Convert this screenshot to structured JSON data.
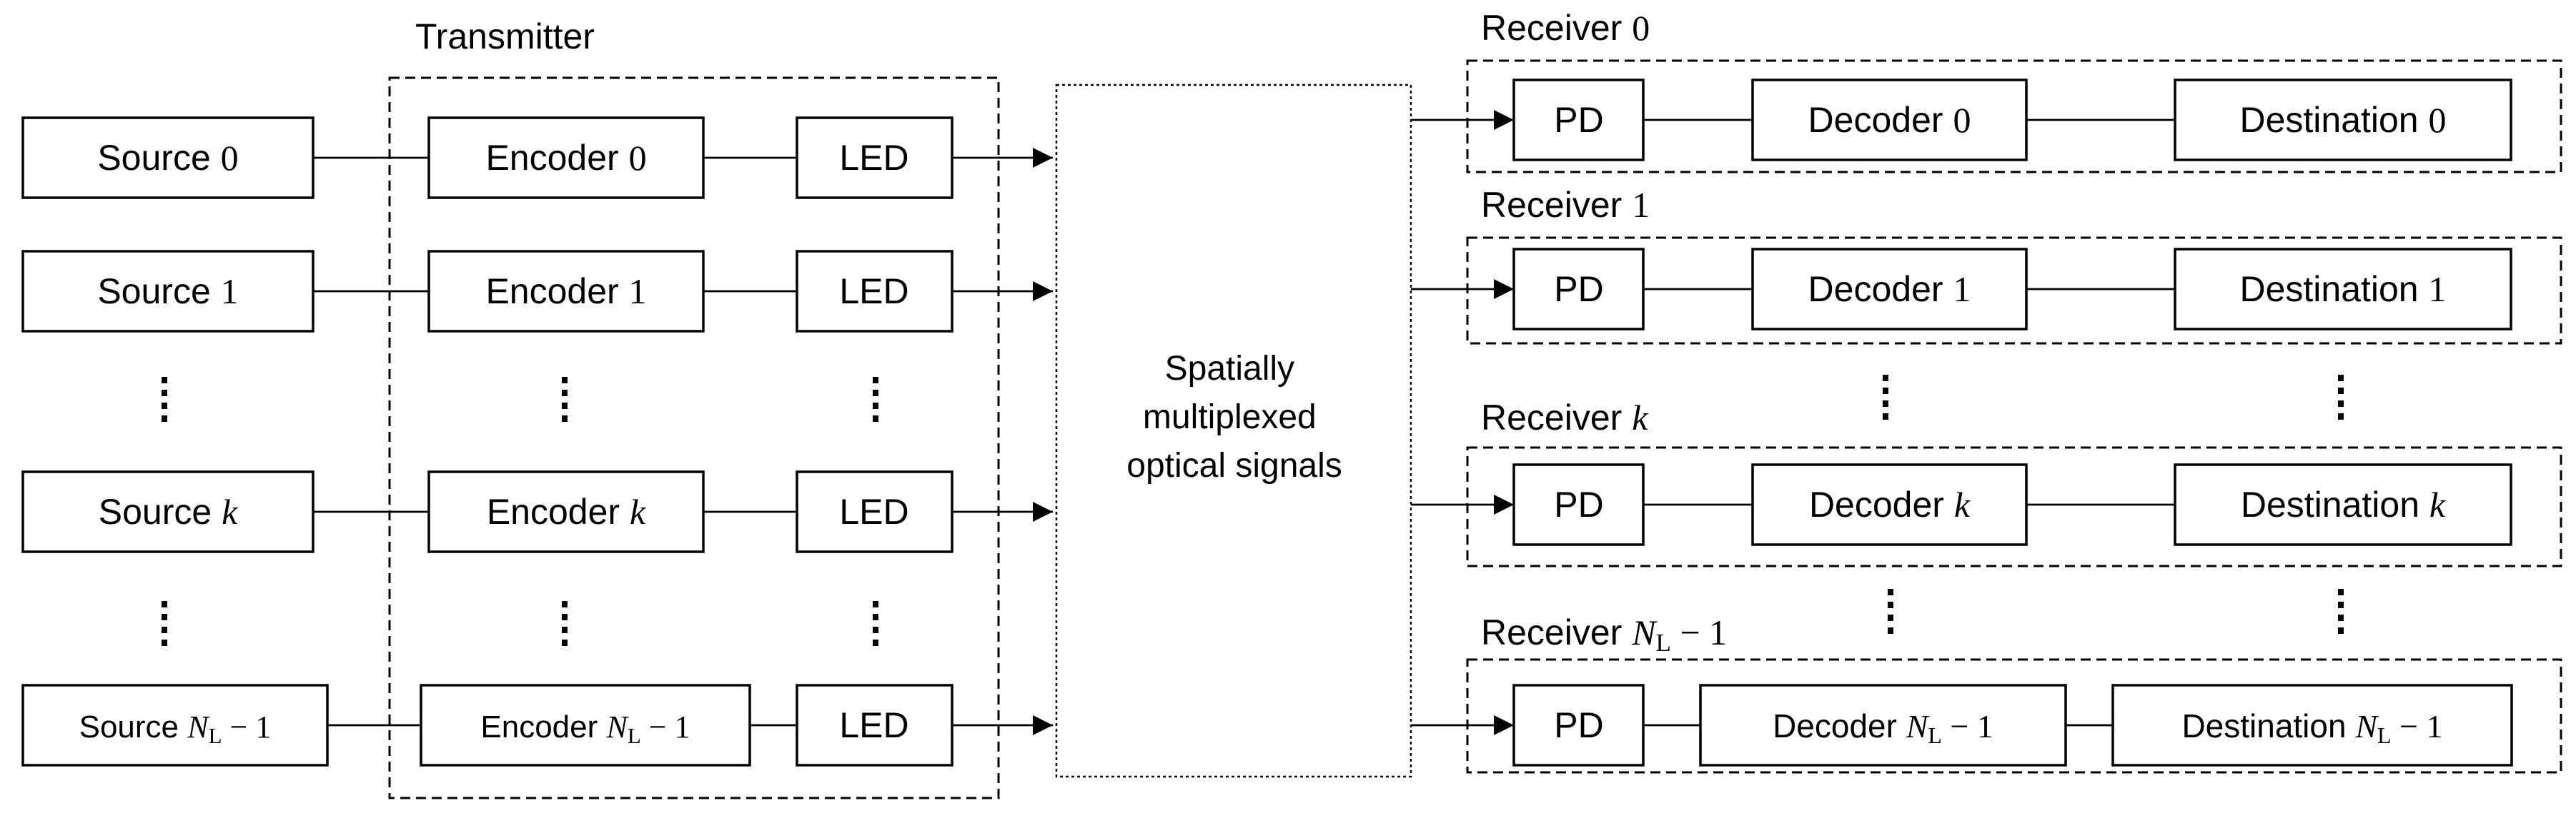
{
  "diagram": {
    "transmitter": {
      "title": "Transmitter"
    },
    "channel": {
      "lines": [
        "Spatially",
        "multiplexed",
        "optical signals"
      ]
    },
    "tx_rows": [
      {
        "source": [
          "Source ",
          "0"
        ],
        "encoder": [
          "Encoder ",
          "0"
        ],
        "led": "LED"
      },
      {
        "source": [
          "Source ",
          "1"
        ],
        "encoder": [
          "Encoder ",
          "1"
        ],
        "led": "LED"
      },
      {
        "source": [
          "Source ",
          "k"
        ],
        "encoder": [
          "Encoder ",
          "k"
        ],
        "led": "LED"
      },
      {
        "source": [
          "Source ",
          "N",
          "L",
          " − 1"
        ],
        "encoder": [
          "Encoder ",
          "N",
          "L",
          " − 1"
        ],
        "led": "LED"
      }
    ],
    "rx_rows": [
      {
        "receiver": [
          "Receiver ",
          "0"
        ],
        "pd": "PD",
        "decoder": [
          "Decoder ",
          "0"
        ],
        "destination": [
          "Destination ",
          "0"
        ]
      },
      {
        "receiver": [
          "Receiver ",
          "1"
        ],
        "pd": "PD",
        "decoder": [
          "Decoder ",
          "1"
        ],
        "destination": [
          "Destination ",
          "1"
        ]
      },
      {
        "receiver": [
          "Receiver ",
          "k"
        ],
        "pd": "PD",
        "decoder": [
          "Decoder ",
          "k"
        ],
        "destination": [
          "Destination ",
          "k"
        ]
      },
      {
        "receiver": [
          "Receiver ",
          "N",
          "L",
          " − 1"
        ],
        "pd": "PD",
        "decoder": [
          "Decoder ",
          "N",
          "L",
          " − 1"
        ],
        "destination": [
          "Destination ",
          "N",
          "L",
          " − 1"
        ]
      }
    ]
  }
}
